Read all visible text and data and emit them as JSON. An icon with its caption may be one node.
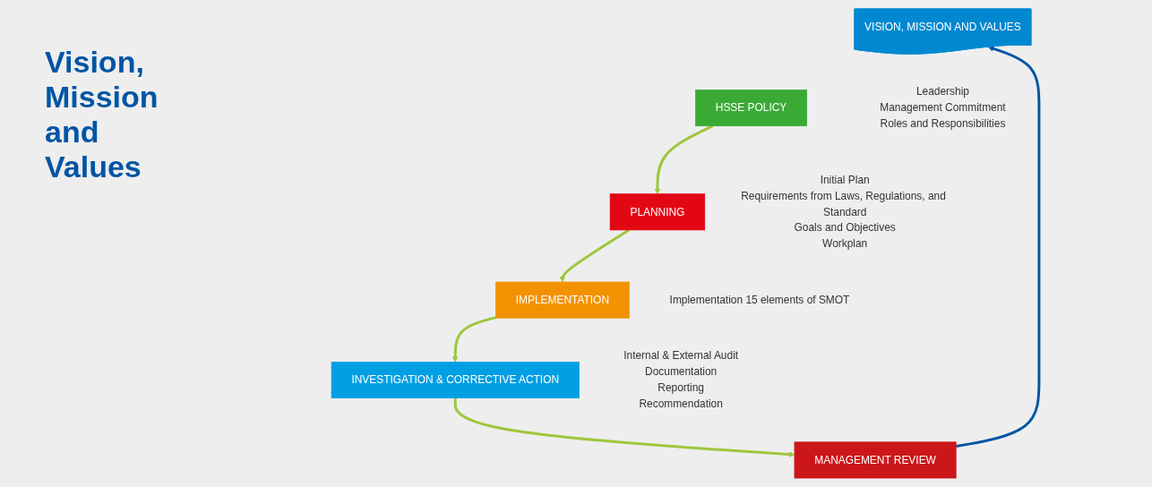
{
  "diagram": {
    "title": "Vision, Mission and Values",
    "nodes": [
      {
        "text": [
          "VISION, MISSION AND VALUES"
        ]
      },
      {
        "text": [
          "HSSE POLICY"
        ],
        "beside": [
          "Leadership",
          "Management Commitment",
          "Roles and Responsibilities"
        ]
      },
      {
        "text": [
          "PLANNING"
        ],
        "beside": [
          "Initial Plan",
          "Requirements from Laws, Regulations, and Standard",
          "Goals and Objectives",
          "Workplan"
        ]
      },
      {
        "text": [
          "IMPLEMENTATION"
        ],
        "beside": [
          "Implementation 15 elements of SMOT"
        ]
      },
      {
        "text": [
          "INVESTIGATION & CORRECTIVE ACTION"
        ],
        "beside": [
          "Internal & External Audit",
          "Documentation",
          "Reporting",
          "Recommendation"
        ]
      },
      {
        "text": [
          "MANAGEMENT REVIEW"
        ]
      }
    ],
    "edges": [
      {
        "from": 1,
        "to": 2,
        "arrow": "to"
      },
      {
        "from": 2,
        "to": 3,
        "arrow": "to"
      },
      {
        "from": 3,
        "to": 4,
        "arrow": "to"
      },
      {
        "from": 4,
        "to": 5,
        "arrow": "to"
      },
      {
        "from": 5,
        "to": 0,
        "arrow": "to",
        "color": "#0055a5"
      }
    ]
  }
}
